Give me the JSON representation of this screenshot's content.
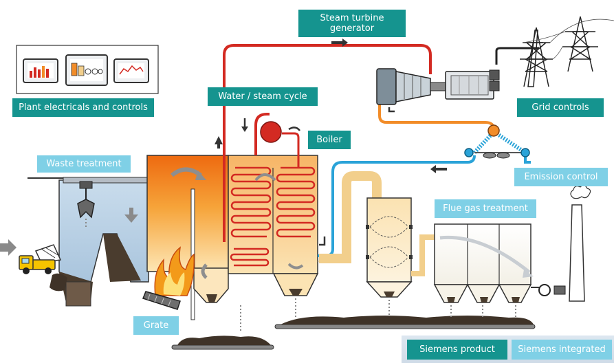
{
  "colors": {
    "teal": "#15948f",
    "light_blue": "#7fd0e6",
    "steam_red": "#d32a22",
    "water_orange": "#f28c28",
    "flue_tan": "#f2cf8c",
    "pipe_blue": "#2aa3d8",
    "fire_orange": "#f07a17",
    "ash_dark": "#3f3328"
  },
  "labels": {
    "steam_turbine": "Steam turbine generator",
    "plant_electricals": "Plant electricals and controls",
    "water_steam": "Water / steam cycle",
    "grid_controls": "Grid controls",
    "boiler": "Boiler",
    "waste_treatment": "Waste treatment",
    "emission_control": "Emission control",
    "flue_gas": "Flue gas treatment",
    "grate": "Grate"
  },
  "legend": {
    "product": "Siemens product",
    "integrated": "Siemens integrated"
  },
  "icons": [
    "bar-chart-monitor-icon",
    "process-monitor-icon",
    "line-chart-monitor-icon",
    "truck-icon",
    "grab-crane-icon",
    "steam-turbine-icon",
    "generator-icon",
    "power-pylon-icon",
    "fan-icon",
    "chimney-icon",
    "pump-icon"
  ]
}
